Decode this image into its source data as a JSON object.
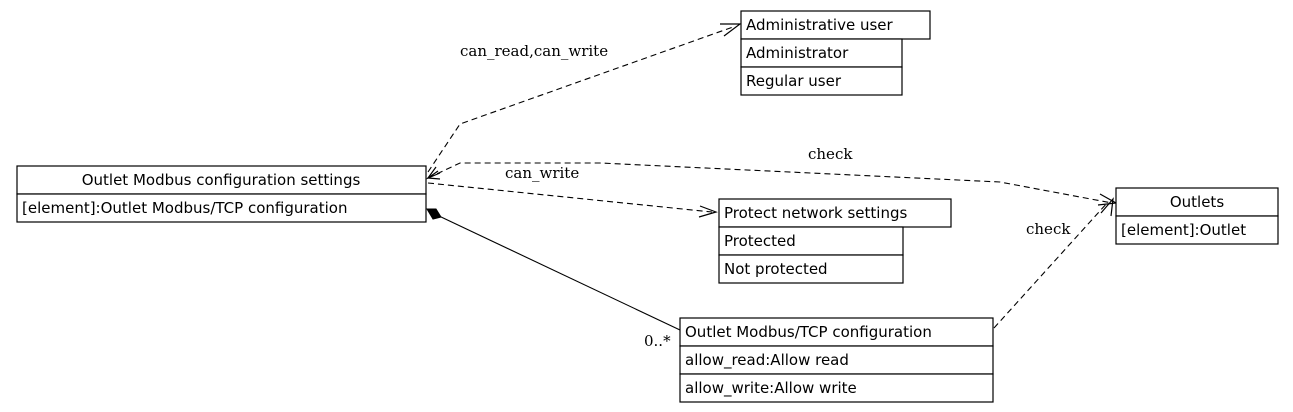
{
  "diagram": {
    "nodes": {
      "admin_user": {
        "title": "Administrative user",
        "rows": [
          "Administrator",
          "Regular user"
        ]
      },
      "outlet_modbus_settings": {
        "title": "Outlet Modbus configuration settings",
        "rows": [
          "[element]:Outlet Modbus/TCP configuration"
        ]
      },
      "protect_network": {
        "title": "Protect network settings",
        "rows": [
          "Protected",
          "Not protected"
        ]
      },
      "outlets": {
        "title": "Outlets",
        "rows": [
          "[element]:Outlet"
        ]
      },
      "outlet_modbus_tcp": {
        "title": "Outlet Modbus/TCP configuration",
        "rows": [
          "allow_read:Allow read",
          "allow_write:Allow write"
        ]
      }
    },
    "edges": {
      "settings_to_admin": "can_read,can_write",
      "settings_to_outlets": "check",
      "settings_to_protect": "can_write",
      "tcp_to_outlets": "check",
      "composition_multiplicity": "0..*"
    }
  }
}
